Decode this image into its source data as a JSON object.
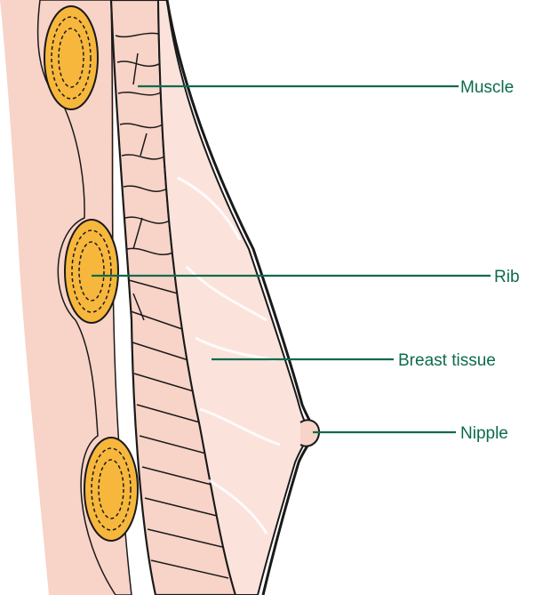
{
  "colors": {
    "skin": "#f8d3c8",
    "tissue_light": "#fbe3dc",
    "outline": "#1a1a1a",
    "rib_fill": "#f6b73c",
    "label": "#0c6b4e"
  },
  "labels": {
    "muscle": "Muscle",
    "rib": "Rib",
    "breast_tissue": "Breast tissue",
    "nipple": "Nipple"
  }
}
